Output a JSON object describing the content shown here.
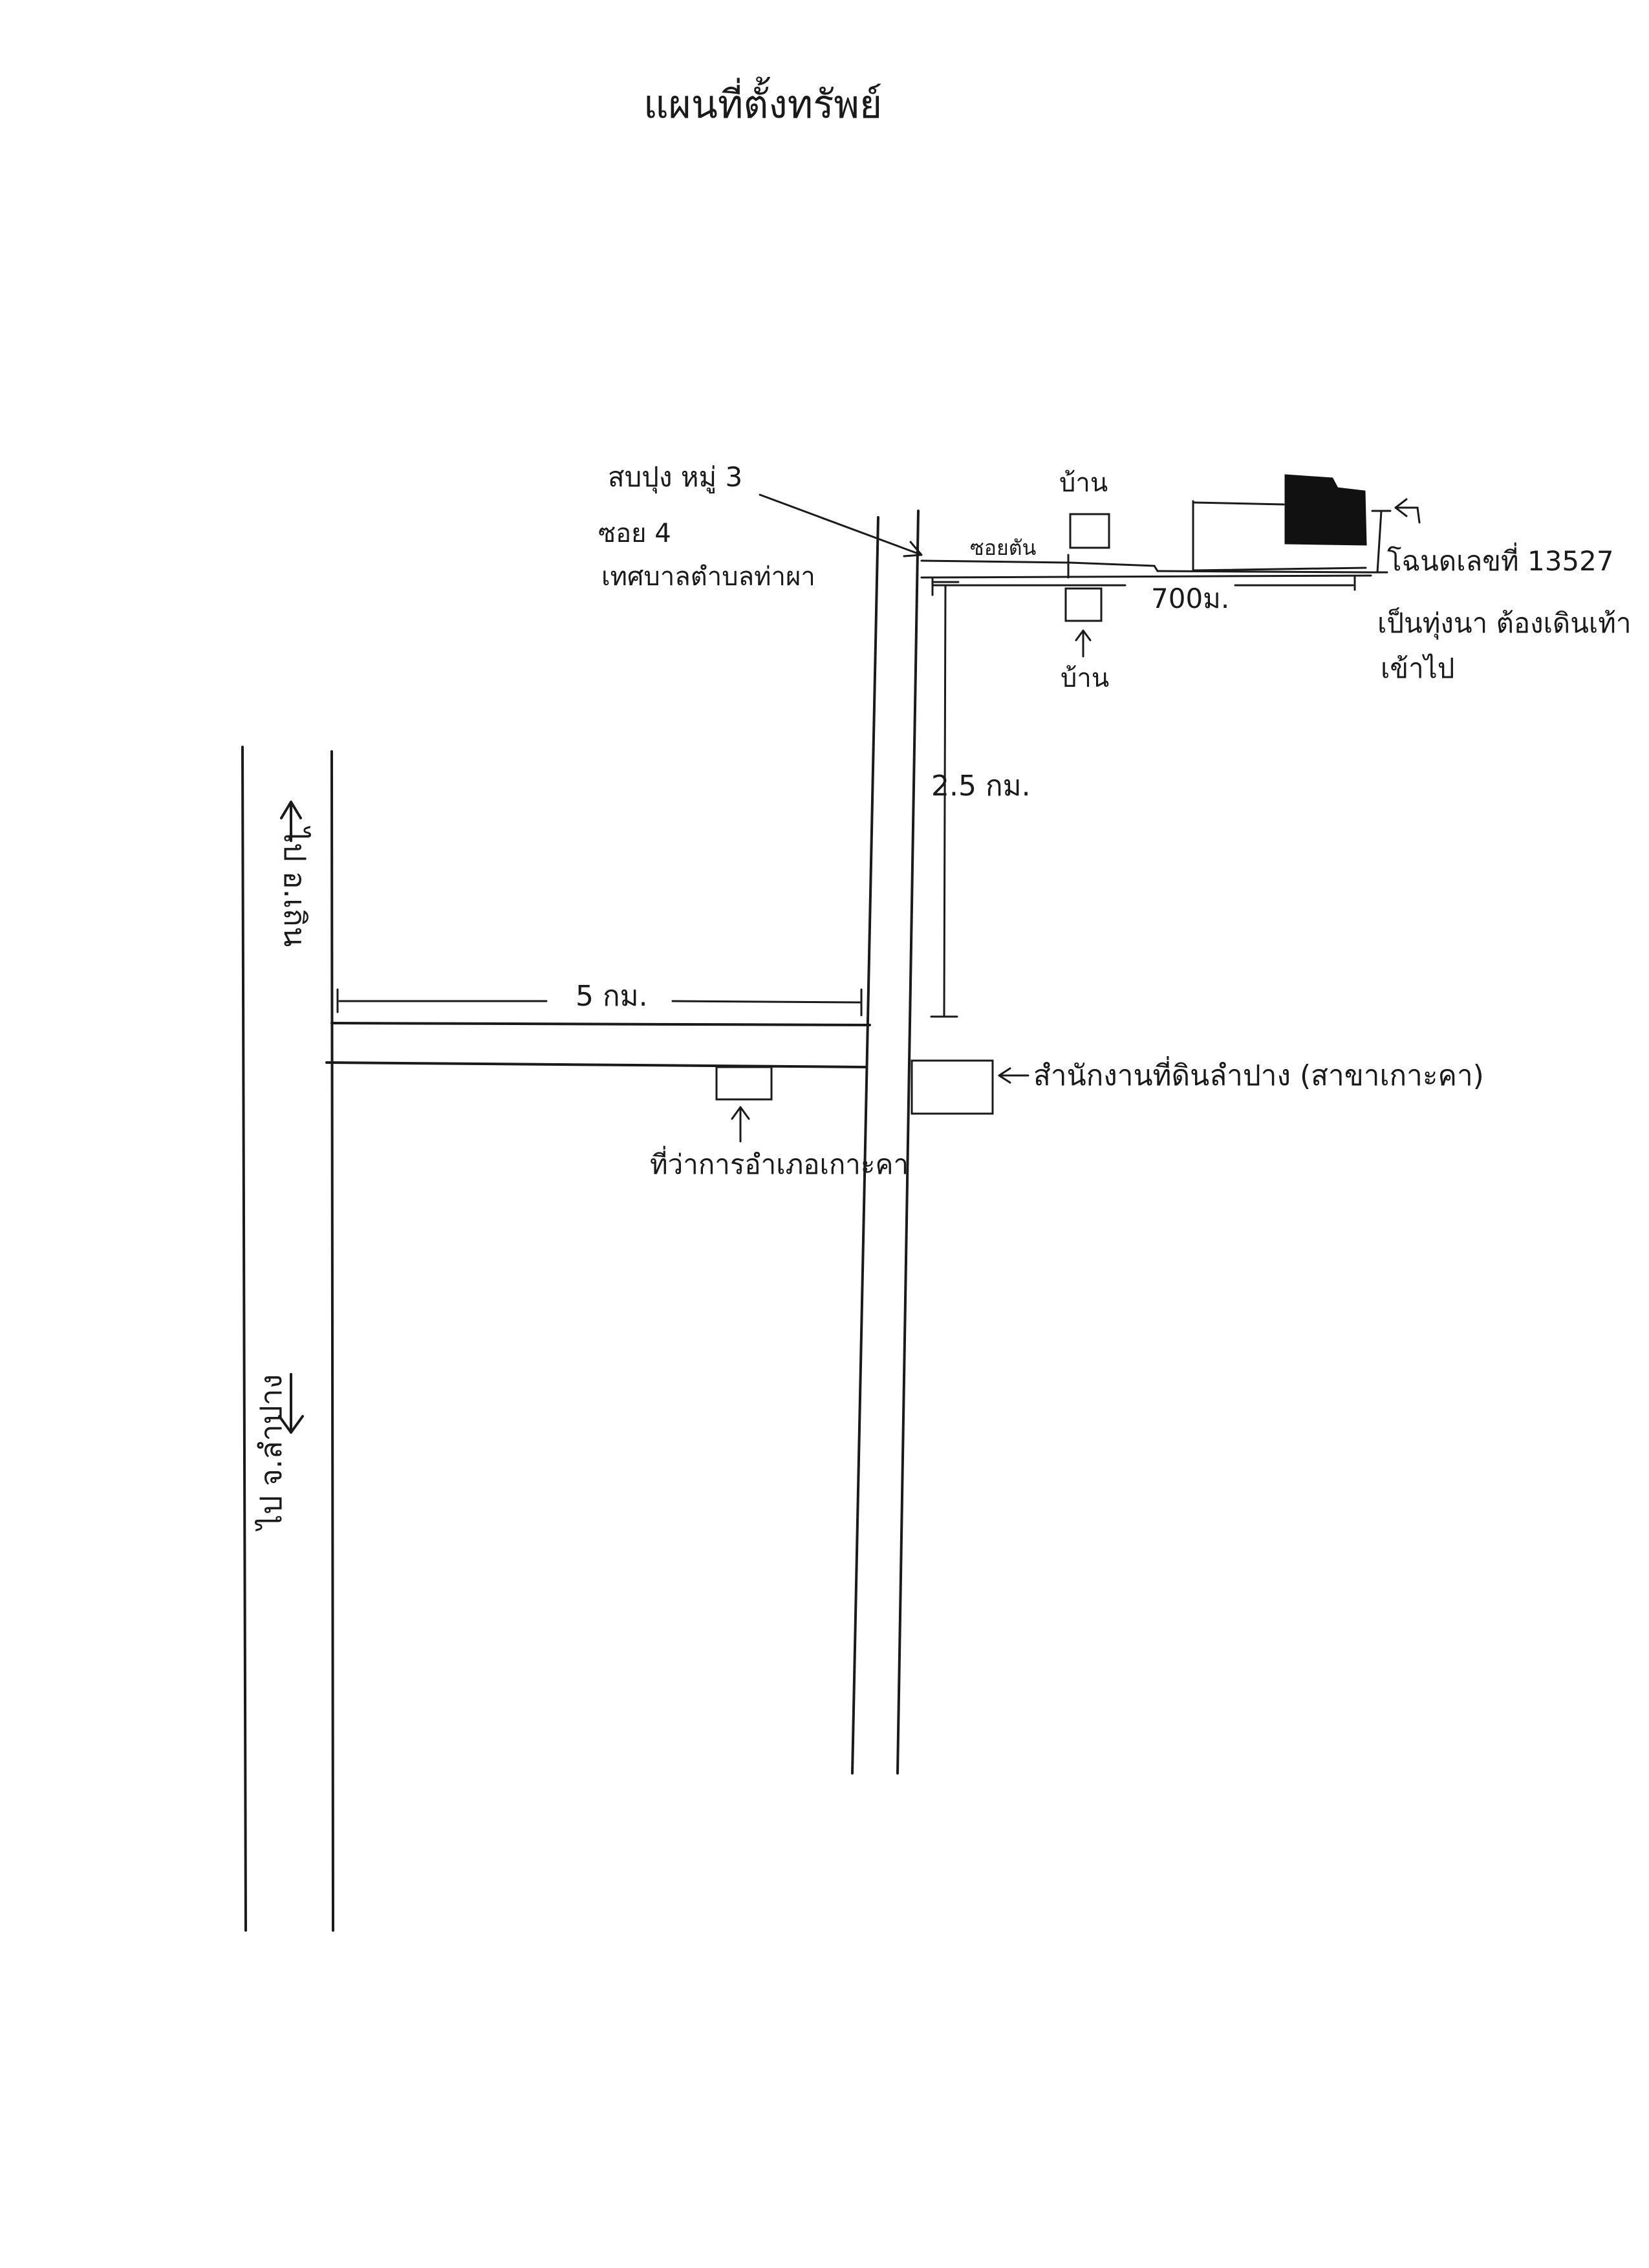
{
  "title": "แผนที่ตั้งทรัพย์",
  "labels": {
    "village": "สบปุง หมู่ 3",
    "soi": "ซอย 4",
    "municipality": "เทศบาลตำบลท่าผา",
    "alley": "ซอยตัน",
    "house_top": "บ้าน",
    "house_bottom": "บ้าน",
    "dist_700": "700ม.",
    "land_deed": "โฉนดเลขที่ 13527",
    "land_note_1": "เป็นทุ่งนา ต้องเดินเท้า",
    "land_note_2": "เข้าไป",
    "dist_2_5": "2.5 กม.",
    "dist_5": "5 กม.",
    "office": "สำนักงานที่ดินลำปาง (สาขาเกาะคา)",
    "district_office": "ที่ว่าการอำเภอเกาะคา",
    "to_top": "ไป อ.เถิน",
    "to_bottom": "ไป จ.ลำปาง"
  },
  "icons": {
    "property": "filled-plot-marker",
    "turn": "turn-arrow-icon",
    "direction_up": "arrow-up-icon",
    "direction_down": "arrow-down-icon"
  },
  "colors": {
    "ink": "#1a1a1a",
    "paper": "#ffffff"
  }
}
